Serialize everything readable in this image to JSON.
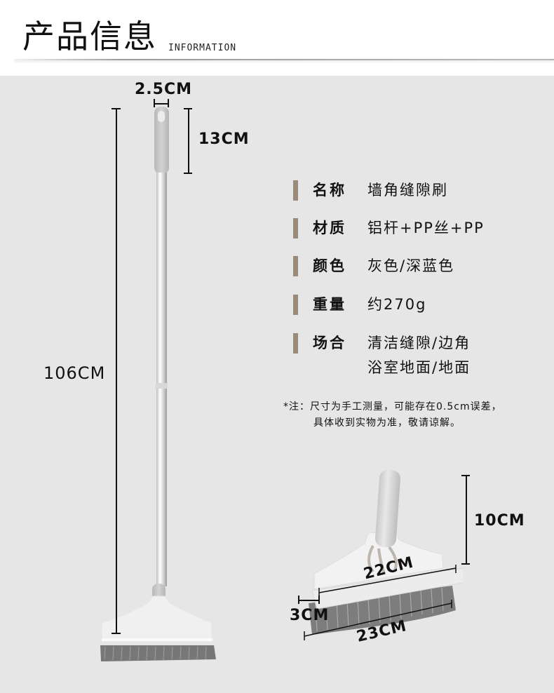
{
  "header": {
    "title_cn": "产品信息",
    "title_en": "INFORMATION"
  },
  "dimensions": {
    "handle_width": "2.5CM",
    "handle_length": "13CM",
    "total_length": "106CM",
    "head_height": "10CM",
    "squeegee_width": "22CM",
    "side_bristle": "3CM",
    "brush_width": "23CM"
  },
  "specs": [
    {
      "label": "名称",
      "value": "墙角缝隙刷"
    },
    {
      "label": "材质",
      "value": "铝杆+PP丝+PP"
    },
    {
      "label": "颜色",
      "value": "灰色/深蓝色"
    },
    {
      "label": "重量",
      "value": "约270g"
    },
    {
      "label": "场合",
      "value": "清洁缝隙/边角",
      "value2": "浴室地面/地面"
    }
  ],
  "note": {
    "line1": "*注：尺寸为手工测量，可能存在0.5cm误差，",
    "line2": "具体收到实物为准，敬请谅解。"
  },
  "colors": {
    "background": "#e6e6e6",
    "accent_bar": "#9a8a79",
    "handle": "#c9c9c9",
    "bristle": "#7a7a7a"
  }
}
